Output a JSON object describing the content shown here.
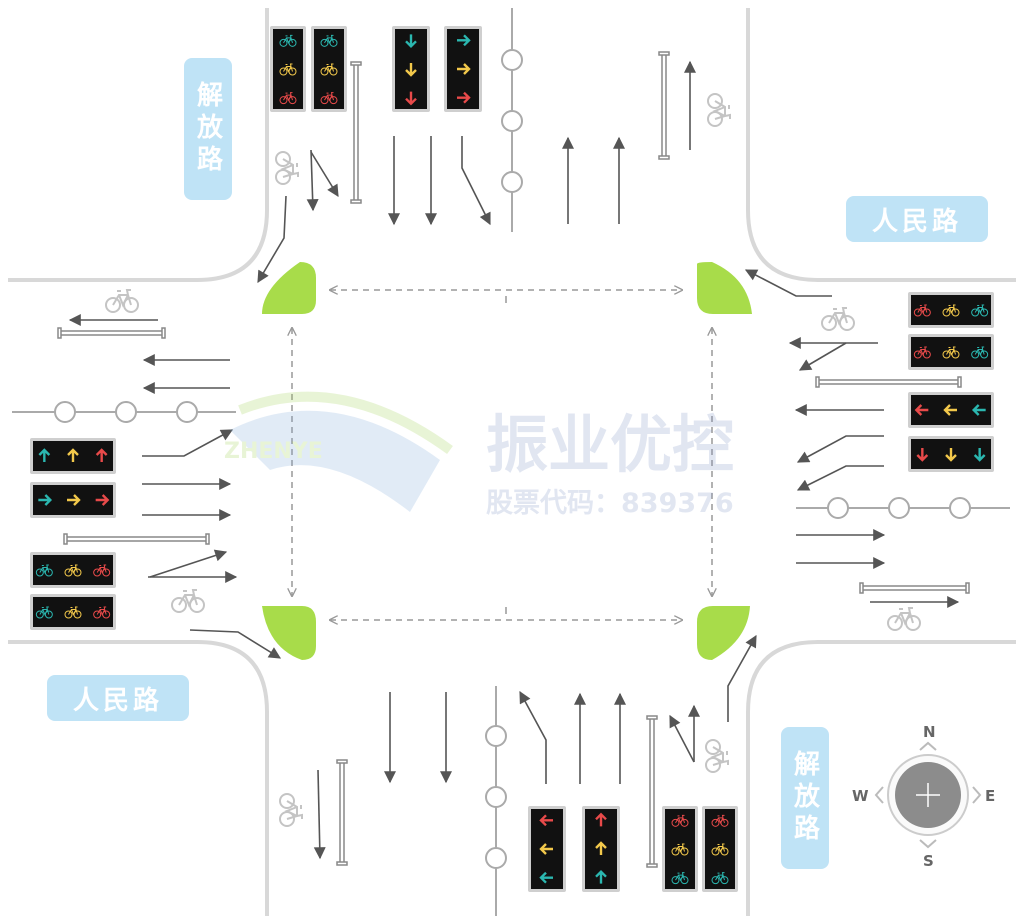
{
  "streets": {
    "north_south": "解放路",
    "east_west": "人民路"
  },
  "watermark": {
    "name_cn": "振业优控",
    "stock": "股票代码：839376",
    "logo_text": "ZHENYE"
  },
  "compass": {
    "north": "N",
    "south": "S",
    "east": "E",
    "west": "W"
  },
  "colors": {
    "island": "#a8dc4a",
    "signal_green": "#2bb7b0",
    "signal_yellow": "#f2c84b",
    "signal_red": "#e84a4a",
    "street_label_bg": "#bfe3f6",
    "arrow": "#555555",
    "road_edge": "#d8d8d8"
  }
}
